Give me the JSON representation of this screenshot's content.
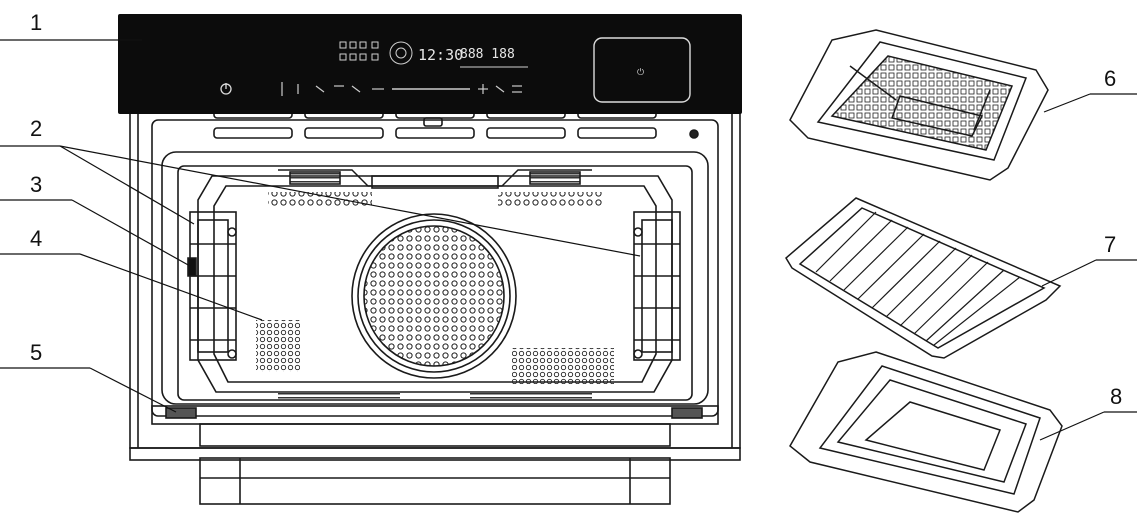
{
  "callouts": [
    {
      "id": "1",
      "label": "1"
    },
    {
      "id": "2",
      "label": "2"
    },
    {
      "id": "3",
      "label": "3"
    },
    {
      "id": "4",
      "label": "4"
    },
    {
      "id": "5",
      "label": "5"
    },
    {
      "id": "6",
      "label": "6"
    },
    {
      "id": "7",
      "label": "7"
    },
    {
      "id": "8",
      "label": "8"
    }
  ],
  "display": {
    "clock": "12:30",
    "readout": "888 188",
    "power_symbol": "⏻"
  },
  "colors": {
    "panel": "#0c0c0c",
    "line": "#1a1a1a",
    "fan_fill": "#d8d8d8",
    "background": "#ffffff"
  }
}
